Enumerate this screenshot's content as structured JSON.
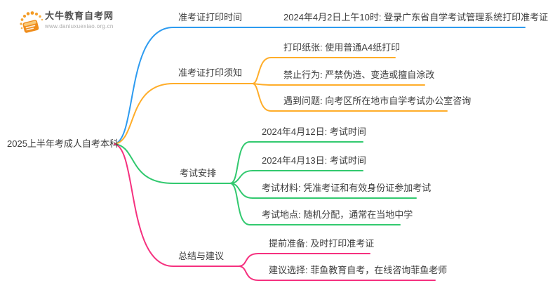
{
  "logo": {
    "title": "大牛教育自考网",
    "url": "www.daniuxuexiao.org.cn",
    "icon": "book-sun-icon",
    "brand_color": "#F39A20"
  },
  "mindmap": {
    "root": "2025上半年考成人自考本科",
    "branch_colors": {
      "blue": "#2D9BF0",
      "orange": "#FFAD29",
      "green": "#32C96F",
      "pink": "#F5317F"
    },
    "branches": [
      {
        "label": "准考证打印时间",
        "color": "#2D9BF0",
        "children": [
          "2024年4月2日上午10时: 登录广东省自学考试管理系统打印准考证"
        ]
      },
      {
        "label": "准考证打印须知",
        "color": "#FFAD29",
        "children": [
          "打印纸张: 使用普通A4纸打印",
          "禁止行为: 严禁伪造、变造或擅自涂改",
          "遇到问题: 向考区所在地市自学考试办公室咨询"
        ]
      },
      {
        "label": "考试安排",
        "color": "#32C96F",
        "children": [
          "2024年4月12日: 考试时间",
          "2024年4月13日: 考试时间",
          "考试材料: 凭准考证和有效身份证参加考试",
          "考试地点: 随机分配，通常在当地中学"
        ]
      },
      {
        "label": "总结与建议",
        "color": "#F5317F",
        "children": [
          "提前准备: 及时打印准考证",
          "建议选择: 菲鱼教育自考，在线咨询菲鱼老师"
        ]
      }
    ]
  }
}
